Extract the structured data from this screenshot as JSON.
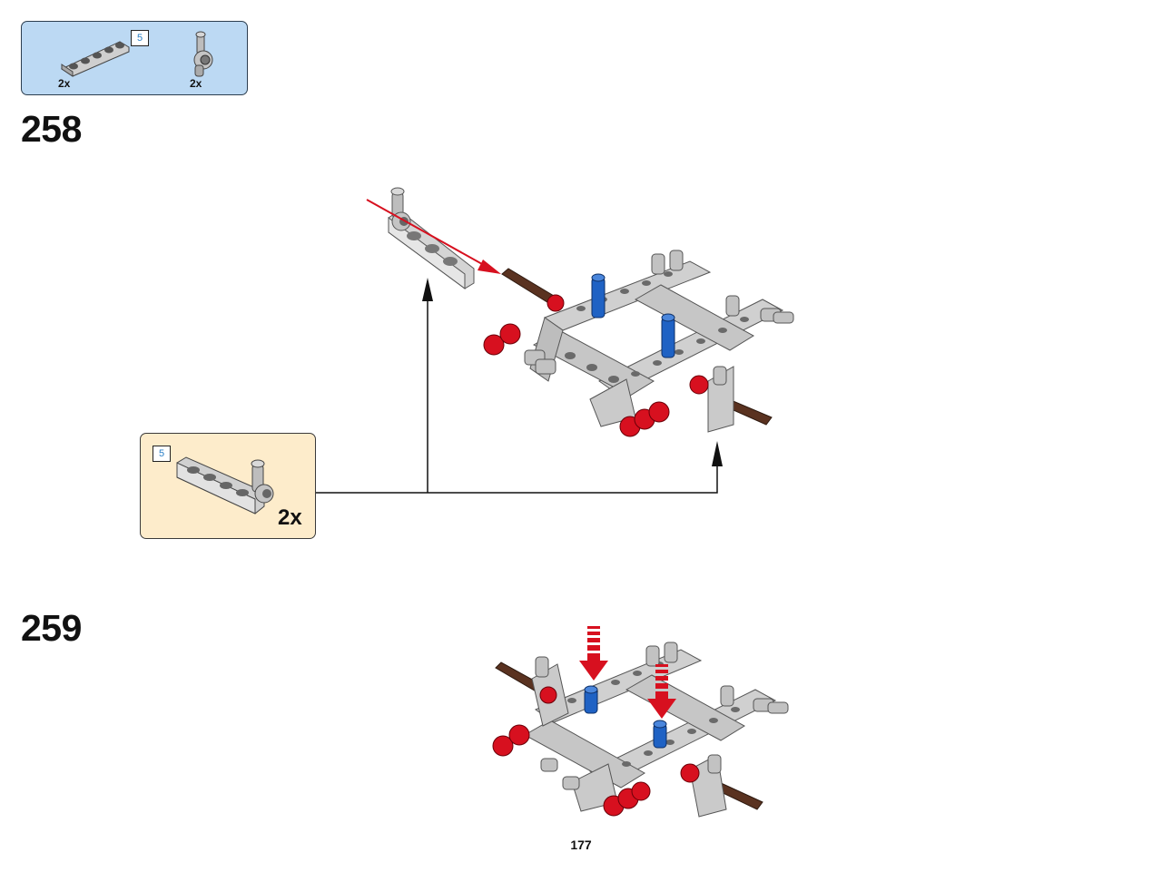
{
  "parts_list": {
    "items": [
      {
        "icon": "liftarm-1x5-icon",
        "qty": "2x",
        "length_badge": "5"
      },
      {
        "icon": "axle-pin-connector-icon",
        "qty": "2x"
      }
    ]
  },
  "steps": [
    {
      "number": "258"
    },
    {
      "number": "259"
    }
  ],
  "sub_assembly": {
    "length_badge": "5",
    "qty": "2x",
    "icon": "liftarm-with-connector-icon"
  },
  "colors": {
    "parts_box_bg": "#bcd9f3",
    "sub_box_bg": "#fdeccb",
    "lego_red": "#d7101f",
    "lego_blue": "#1f62c4",
    "lego_gray": "#c8c8c8",
    "axle_brown": "#5a3220",
    "badge_text": "#2a7fc6"
  },
  "page": {
    "number": "177"
  }
}
